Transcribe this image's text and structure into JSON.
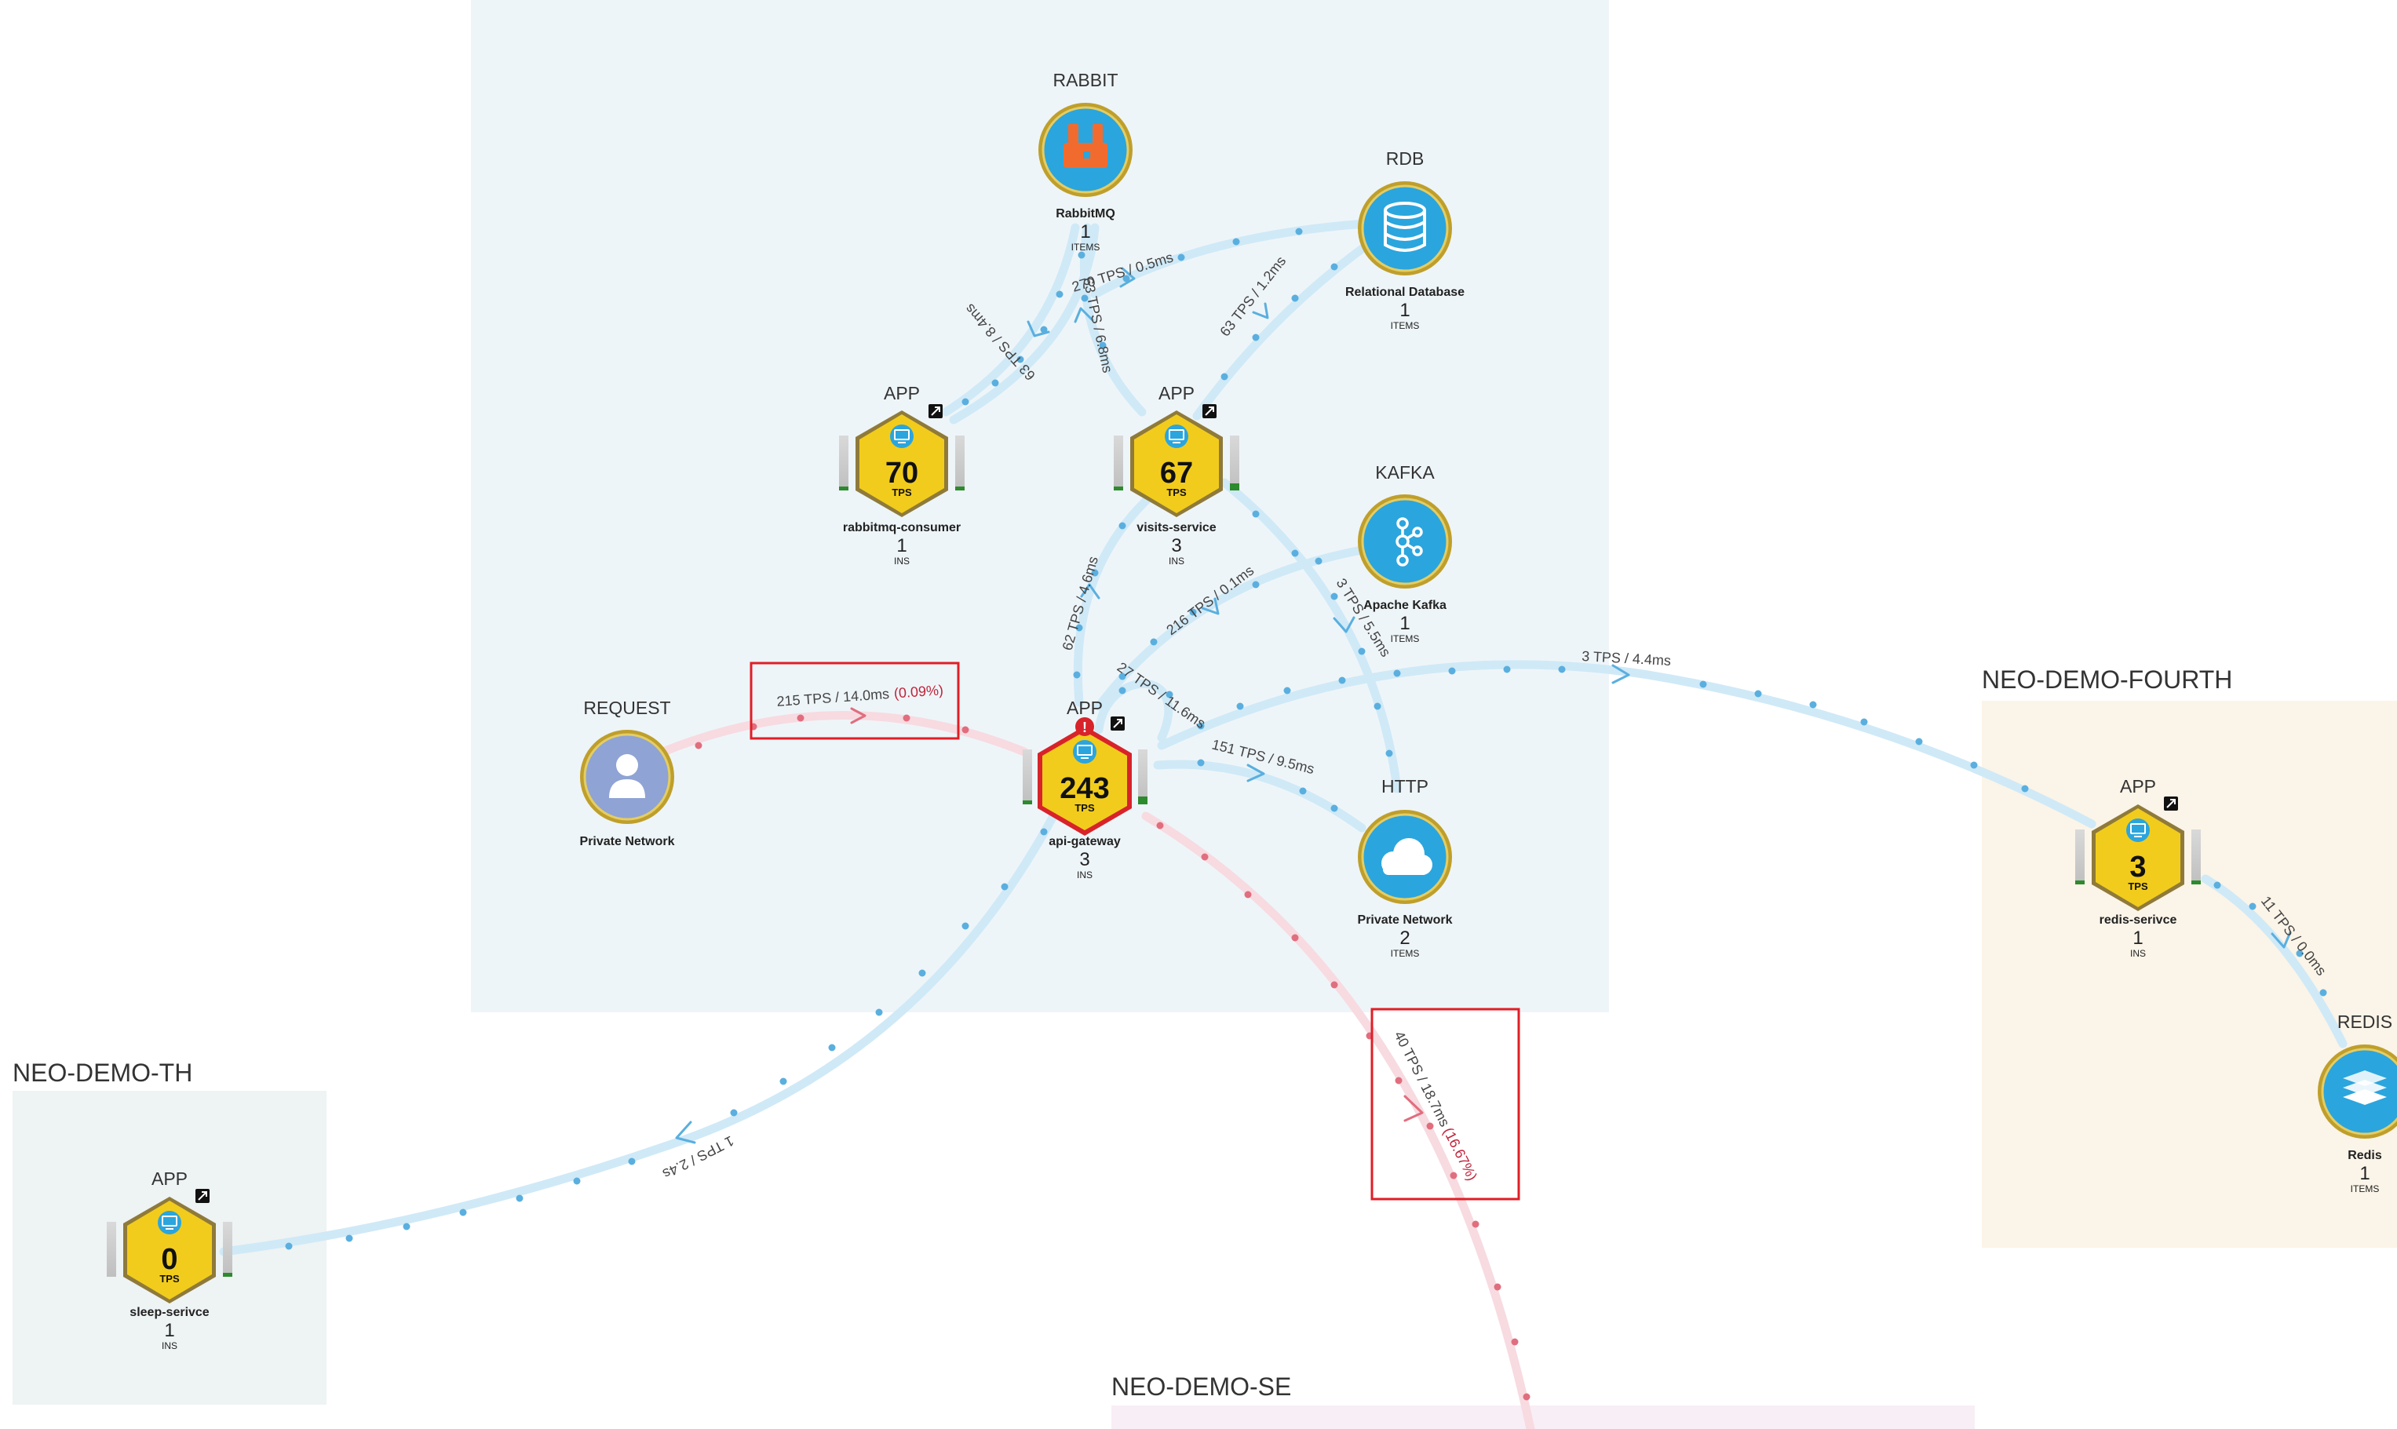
{
  "zones": {
    "th": "NEO-DEMO-TH",
    "fourth": "NEO-DEMO-FOURTH",
    "se": "NEO-DEMO-SE"
  },
  "nodes": {
    "rabbit": {
      "type": "RABBIT",
      "name": "RabbitMQ",
      "count": "1",
      "unit": "ITEMS",
      "icon": "rabbitmq-icon"
    },
    "rdb": {
      "type": "RDB",
      "name": "Relational Database",
      "count": "1",
      "unit": "ITEMS",
      "icon": "database-icon"
    },
    "kafka": {
      "type": "KAFKA",
      "name": "Apache Kafka",
      "count": "1",
      "unit": "ITEMS",
      "icon": "kafka-icon"
    },
    "http": {
      "type": "HTTP",
      "name": "Private Network",
      "count": "2",
      "unit": "ITEMS",
      "icon": "cloud-icon"
    },
    "request": {
      "type": "REQUEST",
      "name": "Private Network",
      "icon": "user-icon"
    },
    "redis": {
      "type": "REDIS",
      "name": "Redis",
      "count": "1",
      "unit": "ITEMS",
      "icon": "redis-icon"
    },
    "rabbitmq_consumer": {
      "type": "APP",
      "value": "70",
      "value_unit": "TPS",
      "name": "rabbitmq-consumer",
      "count": "1",
      "unit": "INS"
    },
    "visits_service": {
      "type": "APP",
      "value": "67",
      "value_unit": "TPS",
      "name": "visits-service",
      "count": "3",
      "unit": "INS"
    },
    "api_gateway": {
      "type": "APP",
      "value": "243",
      "value_unit": "TPS",
      "name": "api-gateway",
      "count": "3",
      "unit": "INS",
      "alert": "!"
    },
    "redis_serivce": {
      "type": "APP",
      "value": "3",
      "value_unit": "TPS",
      "name": "redis-serivce",
      "count": "1",
      "unit": "INS"
    },
    "sleep_serivce": {
      "type": "APP",
      "value": "0",
      "value_unit": "TPS",
      "name": "sleep-serivce",
      "count": "1",
      "unit": "INS"
    }
  },
  "edges": {
    "consumer_rabbit_ms": "63 TPS / 8.4ms",
    "visits_rabbit": "63 TPS / 6.8ms",
    "visits_rdb_upper": "270 TPS / 0.5ms",
    "visits_rdb": "63 TPS / 1.2ms",
    "gateway_visits": "62 TPS / 4.6ms",
    "gateway_kafka": "216 TPS / 0.1ms",
    "gateway_loop": "27 TPS / 11.6ms",
    "visits_http": "3 TPS / 5.5ms",
    "gateway_http": "151 TPS / 9.5ms",
    "gateway_redis_svc": "3 TPS / 4.4ms",
    "redis_svc_redis": "11 TPS / 0.0ms",
    "gateway_sleep": "1 TPS / 2.4s",
    "request_gateway": "215 TPS / 14.0ms",
    "request_gateway_err": "(0.09%)",
    "gateway_se": "40 TPS / 18.7ms",
    "gateway_se_err": "(16.67%)"
  },
  "colors": {
    "hex_fill": "#f2cc1c",
    "circle_fill": "#2ba5dd",
    "ring": "#b89a2e",
    "alert": "#d8232a",
    "edge_ok": "#5aafdf",
    "edge_error": "#e06e7e"
  }
}
